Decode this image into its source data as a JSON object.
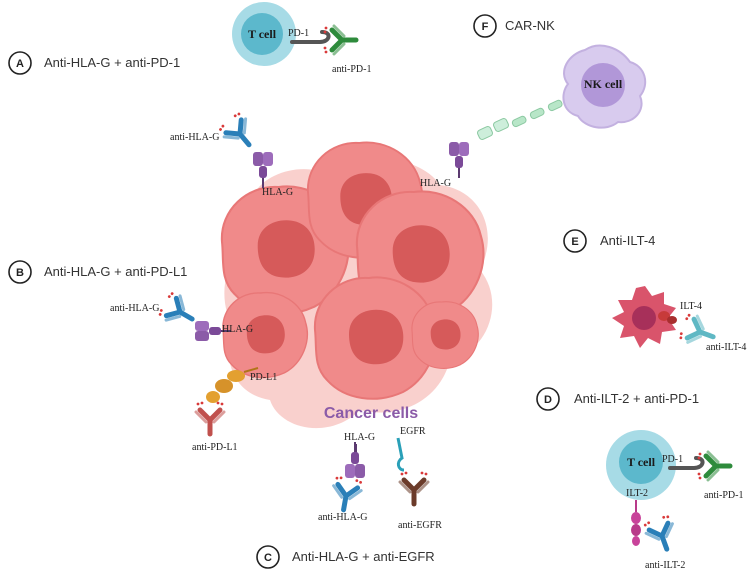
{
  "colors": {
    "cancer": "#f08a8a",
    "cancer_dark": "#e36e6e",
    "nucleus": "#d65a5a",
    "tcell_outer": "#8ecfdc",
    "tcell_inner": "#5cb8cc",
    "nk": "#c9b6e4",
    "hla_g": "#8b5ba8",
    "antibody_blue": "#2a7fb8",
    "antibody_green": "#2e8b3c",
    "antibody_red": "#c0504d",
    "antibody_brown": "#6b3b2a",
    "pd_l1": "#e3a030",
    "ilt4_cell": "#d9546b",
    "dots": "#d93a3a"
  },
  "panels": {
    "a": {
      "letter": "A",
      "title": "Anti-HLA-G + anti-PD-1"
    },
    "b": {
      "letter": "B",
      "title": "Anti-HLA-G + anti-PD-L1"
    },
    "c": {
      "letter": "C",
      "title": "Anti-HLA-G + anti-EGFR"
    },
    "d": {
      "letter": "D",
      "title": "Anti-ILT-2 + anti-PD-1"
    },
    "e": {
      "letter": "E",
      "title": "Anti-ILT-4"
    },
    "f": {
      "letter": "F",
      "title": "CAR-NK"
    }
  },
  "labels": {
    "cancer_cells": "Cancer cells",
    "t_cell": "T cell",
    "nk_cell": "NK cell",
    "pd1": "PD-1",
    "anti_pd1": "anti-PD-1",
    "hla_g": "HLA-G",
    "anti_hla_g": "anti-HLA-G",
    "pd_l1": "PD-L1",
    "anti_pd_l1": "anti-PD-L1",
    "egfr": "EGFR",
    "anti_egfr": "anti-EGFR",
    "ilt4": "ILT-4",
    "anti_ilt4": "anti-ILT-4",
    "ilt2": "ILT-2",
    "anti_ilt2": "anti-ILT-2"
  }
}
